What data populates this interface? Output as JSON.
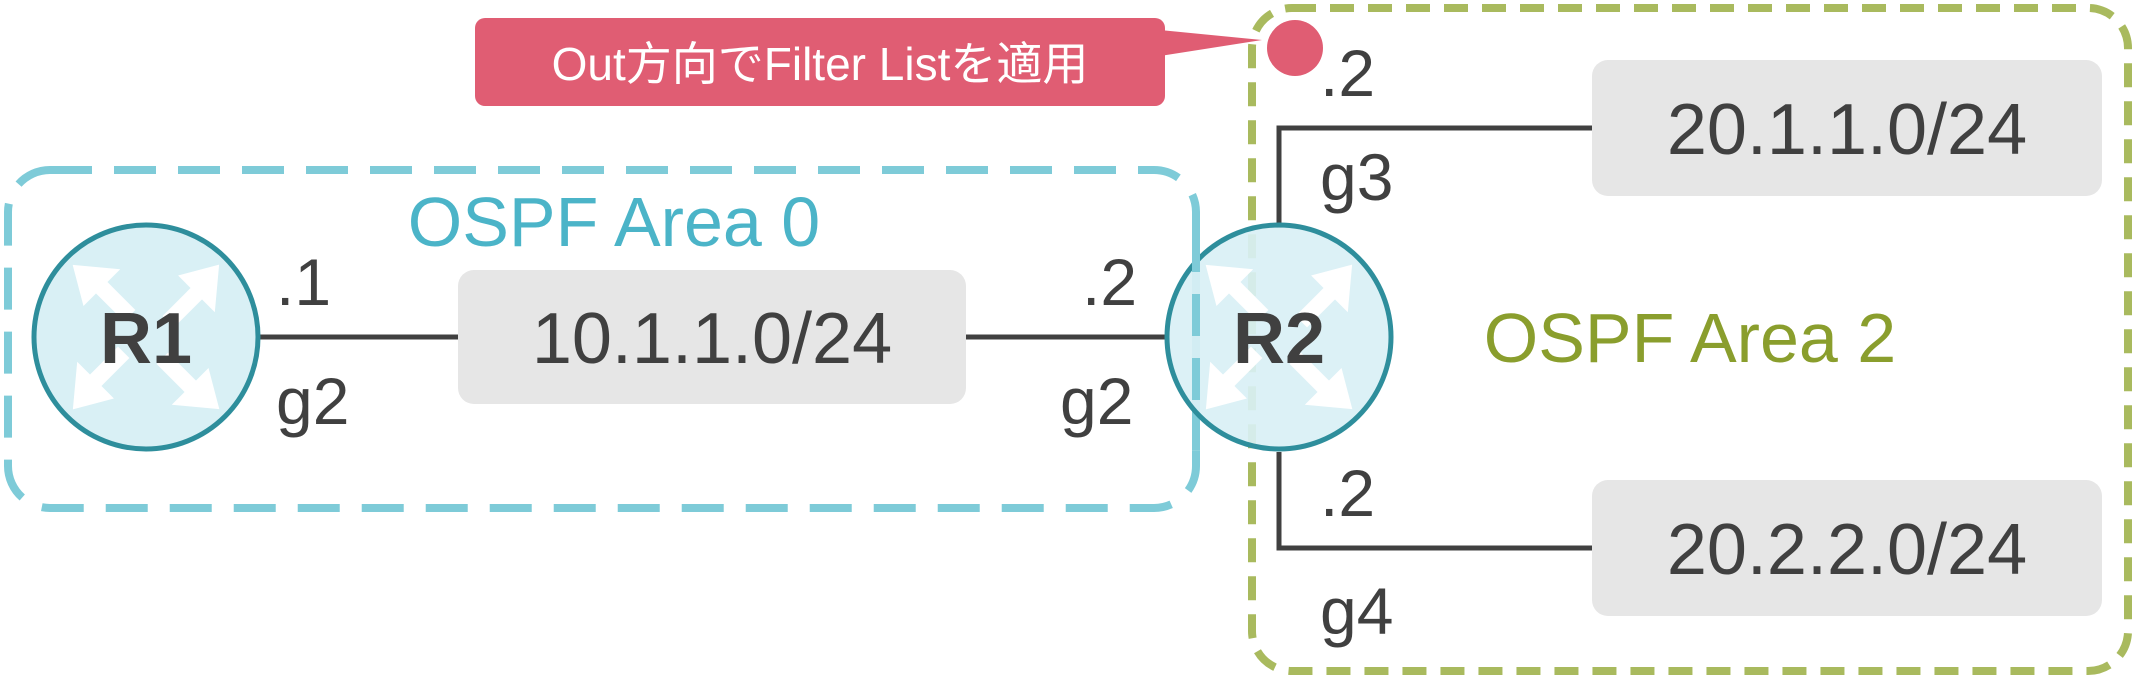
{
  "callout": {
    "text": "Out方向でFilter Listを適用",
    "color": "#E05D73"
  },
  "areas": {
    "area0": {
      "label": "OSPF Area 0",
      "color": "#7ECBD8",
      "text_color": "#4BB4C8"
    },
    "area2": {
      "label": "OSPF Area 2",
      "color": "#A9BA5E",
      "text_color": "#8A9E2D"
    }
  },
  "routers": {
    "r1": {
      "name": "R1",
      "fill": "#D9F0F5",
      "stroke": "#2E8E9C"
    },
    "r2": {
      "name": "R2",
      "fill": "#D9F0F5",
      "stroke": "#2E8E9C"
    }
  },
  "networks": {
    "net1": "10.1.1.0/24",
    "net2": "20.1.1.0/24",
    "net3": "20.2.2.0/24"
  },
  "interfaces": {
    "r1_g2_addr": ".1",
    "r1_g2_name": "g2",
    "r2_g2_addr": ".2",
    "r2_g2_name": "g2",
    "r2_g3_addr": ".2",
    "r2_g3_name": "g3",
    "r2_g4_addr": ".2",
    "r2_g4_name": "g4"
  }
}
